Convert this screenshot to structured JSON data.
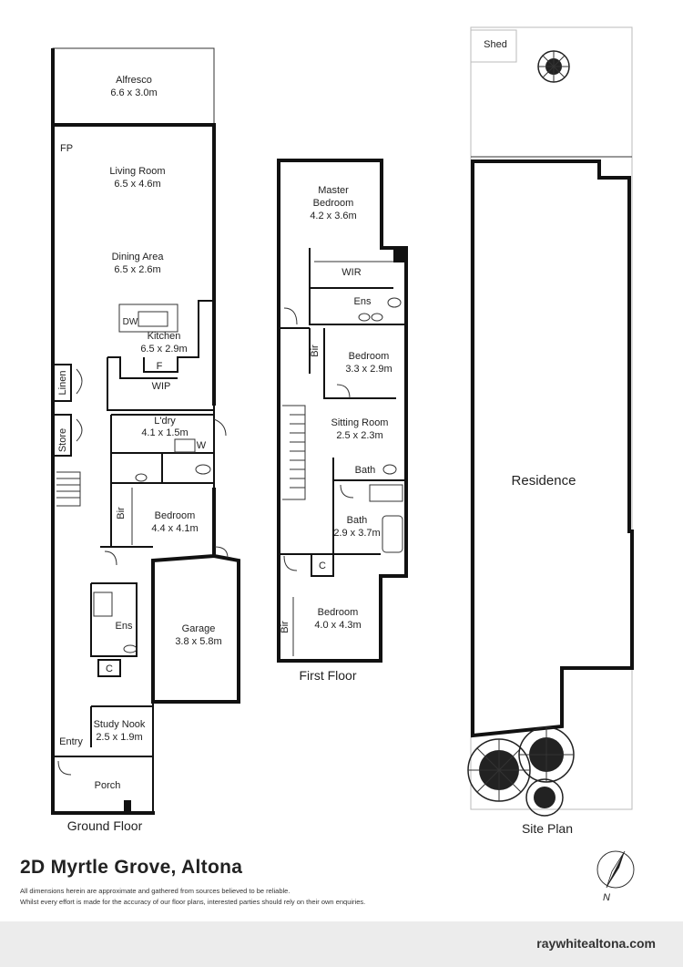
{
  "property": {
    "title": "2D Myrtle Grove, Altona",
    "disclaimer_line1": "All dimensions herein are approximate and gathered from sources believed to be reliable.",
    "disclaimer_line2": "Whilst every effort is made for the accuracy of our floor plans, interested parties should rely on their own enquiries.",
    "website": "raywhitealtona.com",
    "compass_label": "N"
  },
  "ground_floor": {
    "caption": "Ground Floor",
    "alfresco": {
      "name": "Alfresco",
      "size": "6.6 x 3.0m"
    },
    "fp": "FP",
    "living": {
      "name": "Living Room",
      "size": "6.5 x 4.6m"
    },
    "dining": {
      "name": "Dining Area",
      "size": "6.5 x 2.6m"
    },
    "dw": "DW",
    "kitchen": {
      "name": "Kitchen",
      "size": "6.5 x 2.9m"
    },
    "fridge": "F",
    "wip": "WIP",
    "linen": "Linen",
    "store": "Store",
    "laundry": {
      "name": "L'dry",
      "size": "4.1 x 1.5m"
    },
    "washer": "W",
    "bedroom": {
      "name": "Bedroom",
      "size": "4.4 x 4.1m"
    },
    "bir": "Bir",
    "ens": "Ens",
    "garage": {
      "name": "Garage",
      "size": "3.8 x 5.8m"
    },
    "cupboard": "C",
    "study": {
      "name": "Study Nook",
      "size": "2.5 x 1.9m"
    },
    "entry": "Entry",
    "porch": "Porch"
  },
  "first_floor": {
    "caption": "First Floor",
    "master": {
      "name1": "Master",
      "name2": "Bedroom",
      "size": "4.2 x 3.6m"
    },
    "wir": "WIR",
    "ens": "Ens",
    "bedroom2": {
      "name": "Bedroom",
      "size": "3.3 x 2.9m"
    },
    "bir2": "Bir",
    "sitting": {
      "name": "Sitting Room",
      "size": "2.5 x 2.3m"
    },
    "bath_small": "Bath",
    "bath": {
      "name": "Bath",
      "size": "2.9 x 3.7m"
    },
    "cupboard": "C",
    "bedroom3": {
      "name": "Bedroom",
      "size": "4.0 x 4.3m"
    },
    "bir3": "Bir"
  },
  "site_plan": {
    "caption": "Site Plan",
    "shed": "Shed",
    "residence": "Residence"
  },
  "colors": {
    "wall": "#111111",
    "footer_bg": "#ececec",
    "line": "#333333"
  }
}
